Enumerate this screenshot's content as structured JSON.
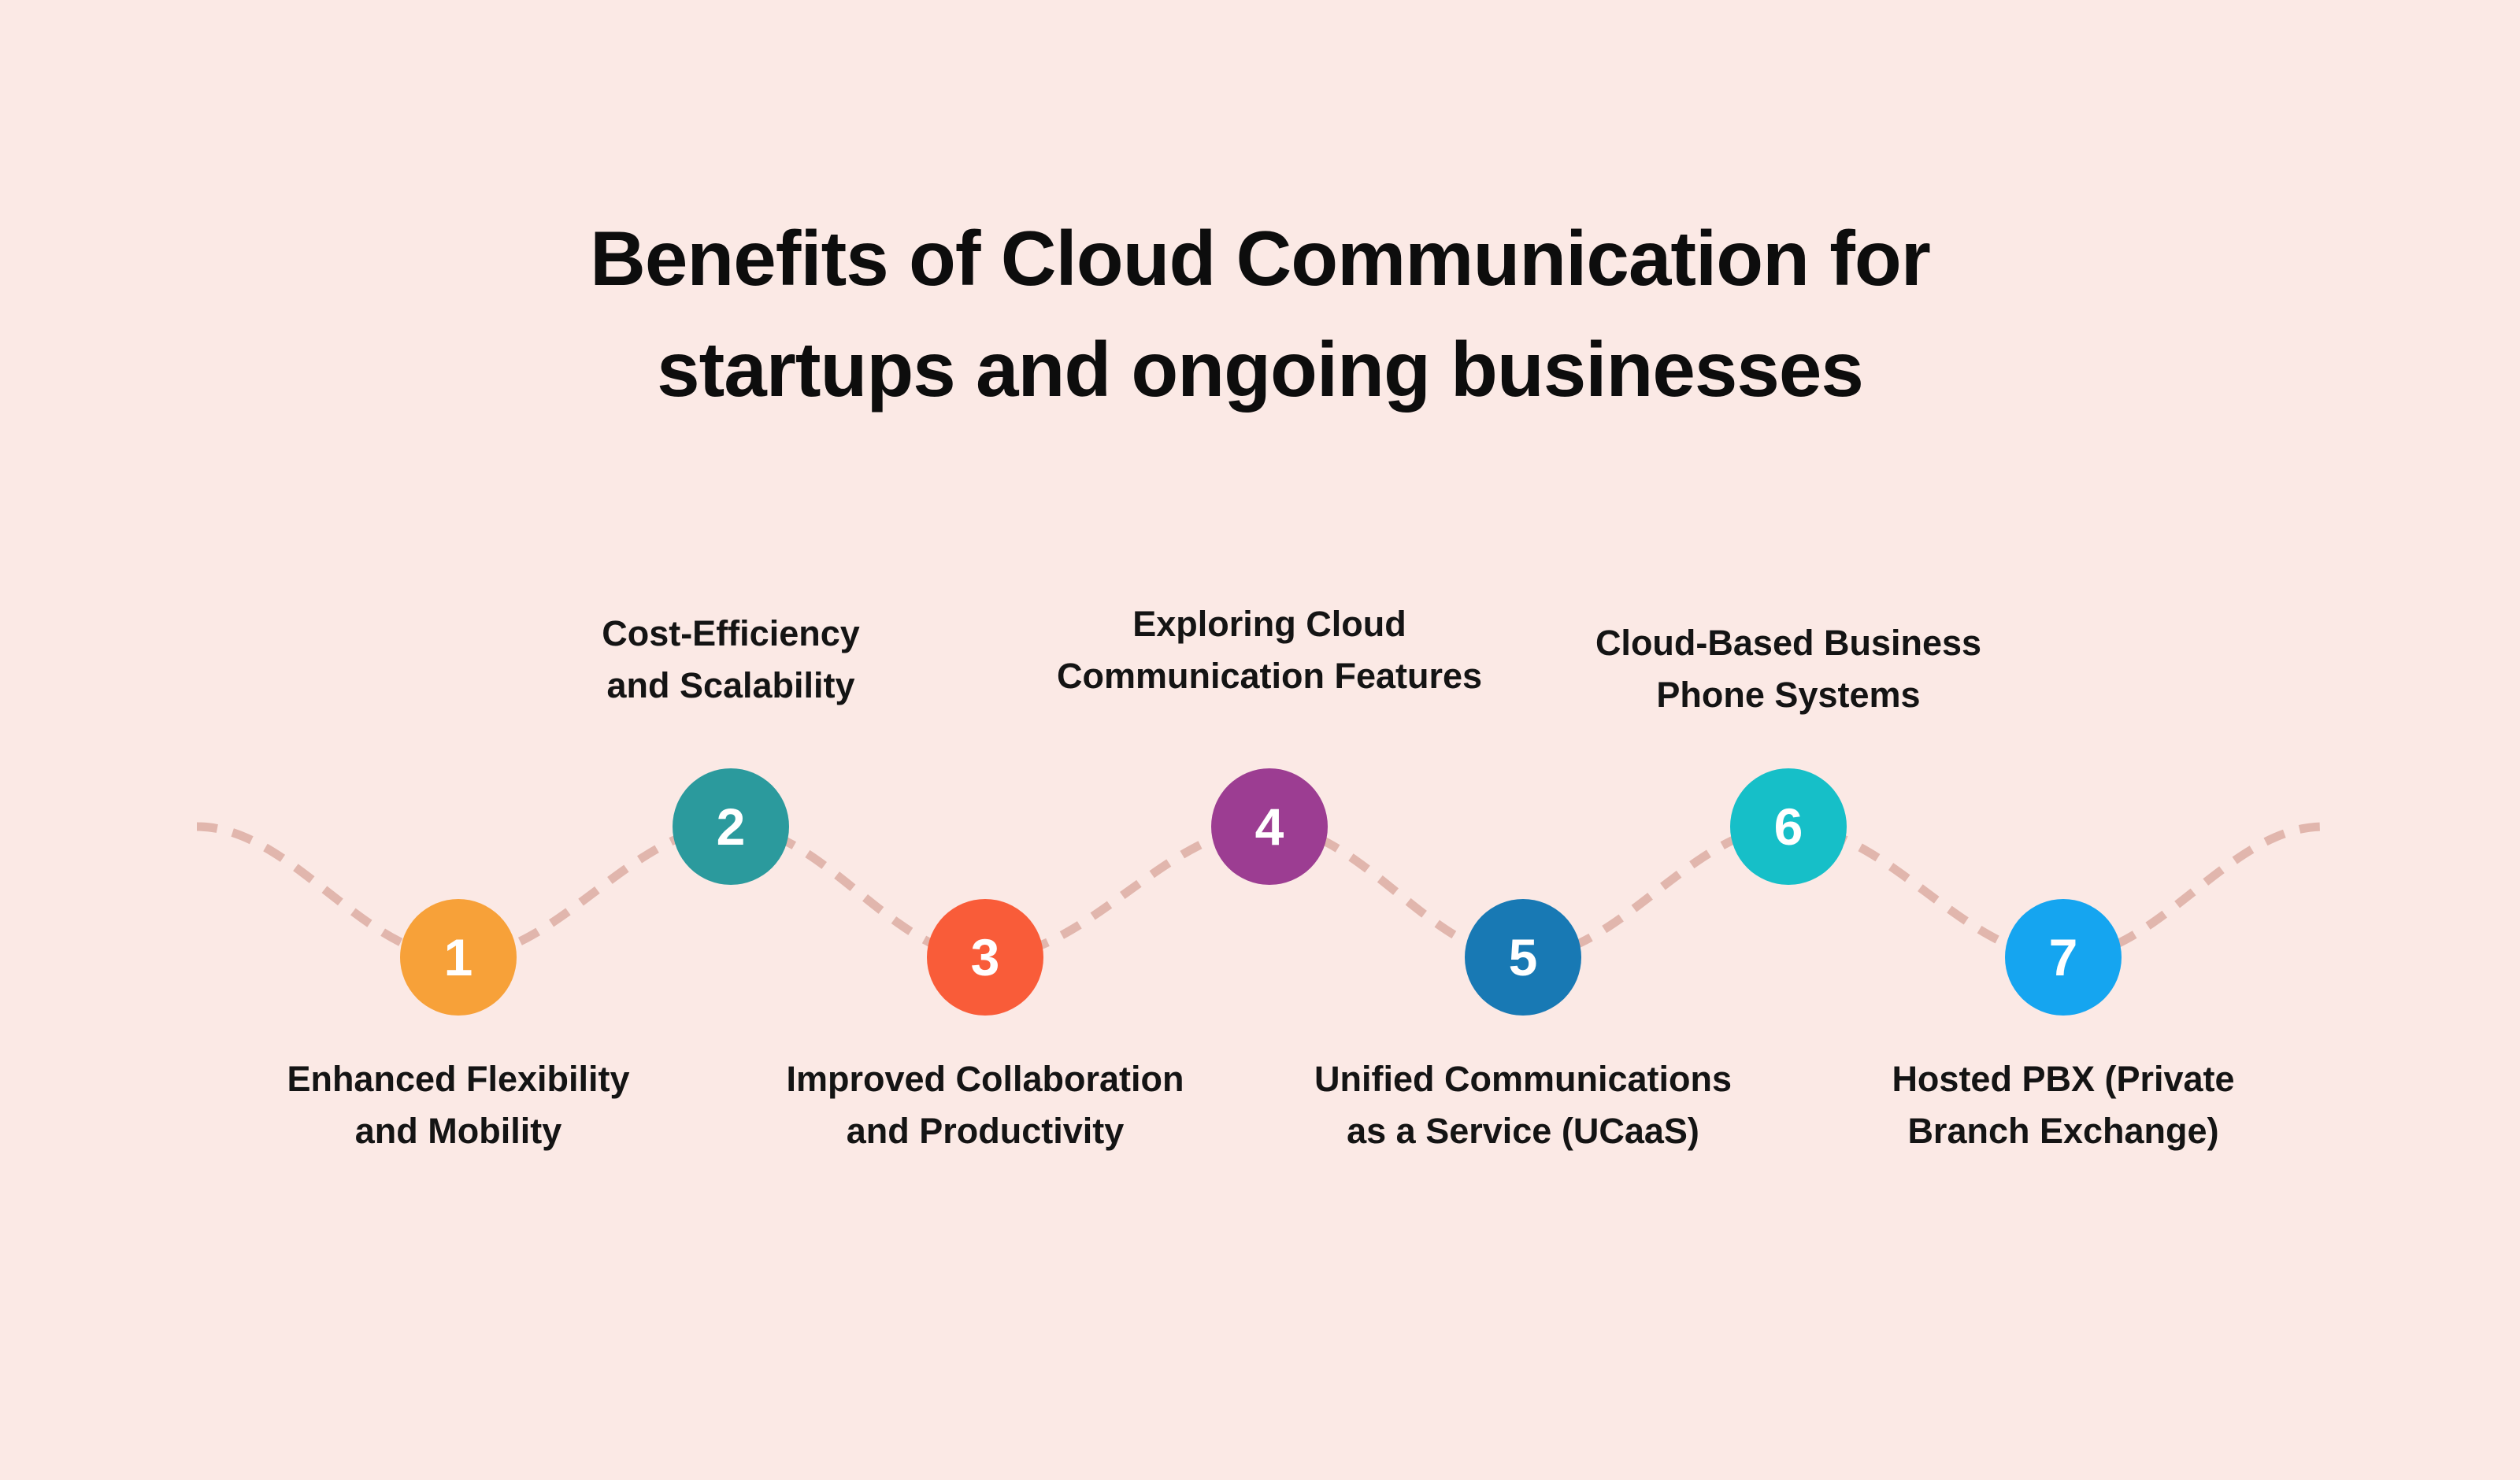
{
  "title": "Benefits of Cloud Communication for\nstartups and ongoing businesses",
  "items": [
    {
      "number": "1",
      "label": "Enhanced Flexibility\nand Mobility",
      "color": "#F7A139"
    },
    {
      "number": "2",
      "label": "Cost-Efficiency\nand Scalability",
      "color": "#2B9A9D"
    },
    {
      "number": "3",
      "label": "Improved Collaboration\nand Productivity",
      "color": "#F95C39"
    },
    {
      "number": "4",
      "label": "Exploring Cloud\nCommunication Features",
      "color": "#9C3D92"
    },
    {
      "number": "5",
      "label": "Unified Communications\nas a Service (UCaaS)",
      "color": "#1879B4"
    },
    {
      "number": "6",
      "label": "Cloud-Based Business\nPhone Systems",
      "color": "#16BFC8"
    },
    {
      "number": "7",
      "label": "Hosted PBX (Private\nBranch Exchange)",
      "color": "#15A5F0"
    }
  ],
  "colors": {
    "background": "#FBE9E5",
    "dashed_line": "#E1B6AD",
    "title_text": "#0D0D0D",
    "label_text": "#141414",
    "number_text": "#FFFFFF"
  }
}
